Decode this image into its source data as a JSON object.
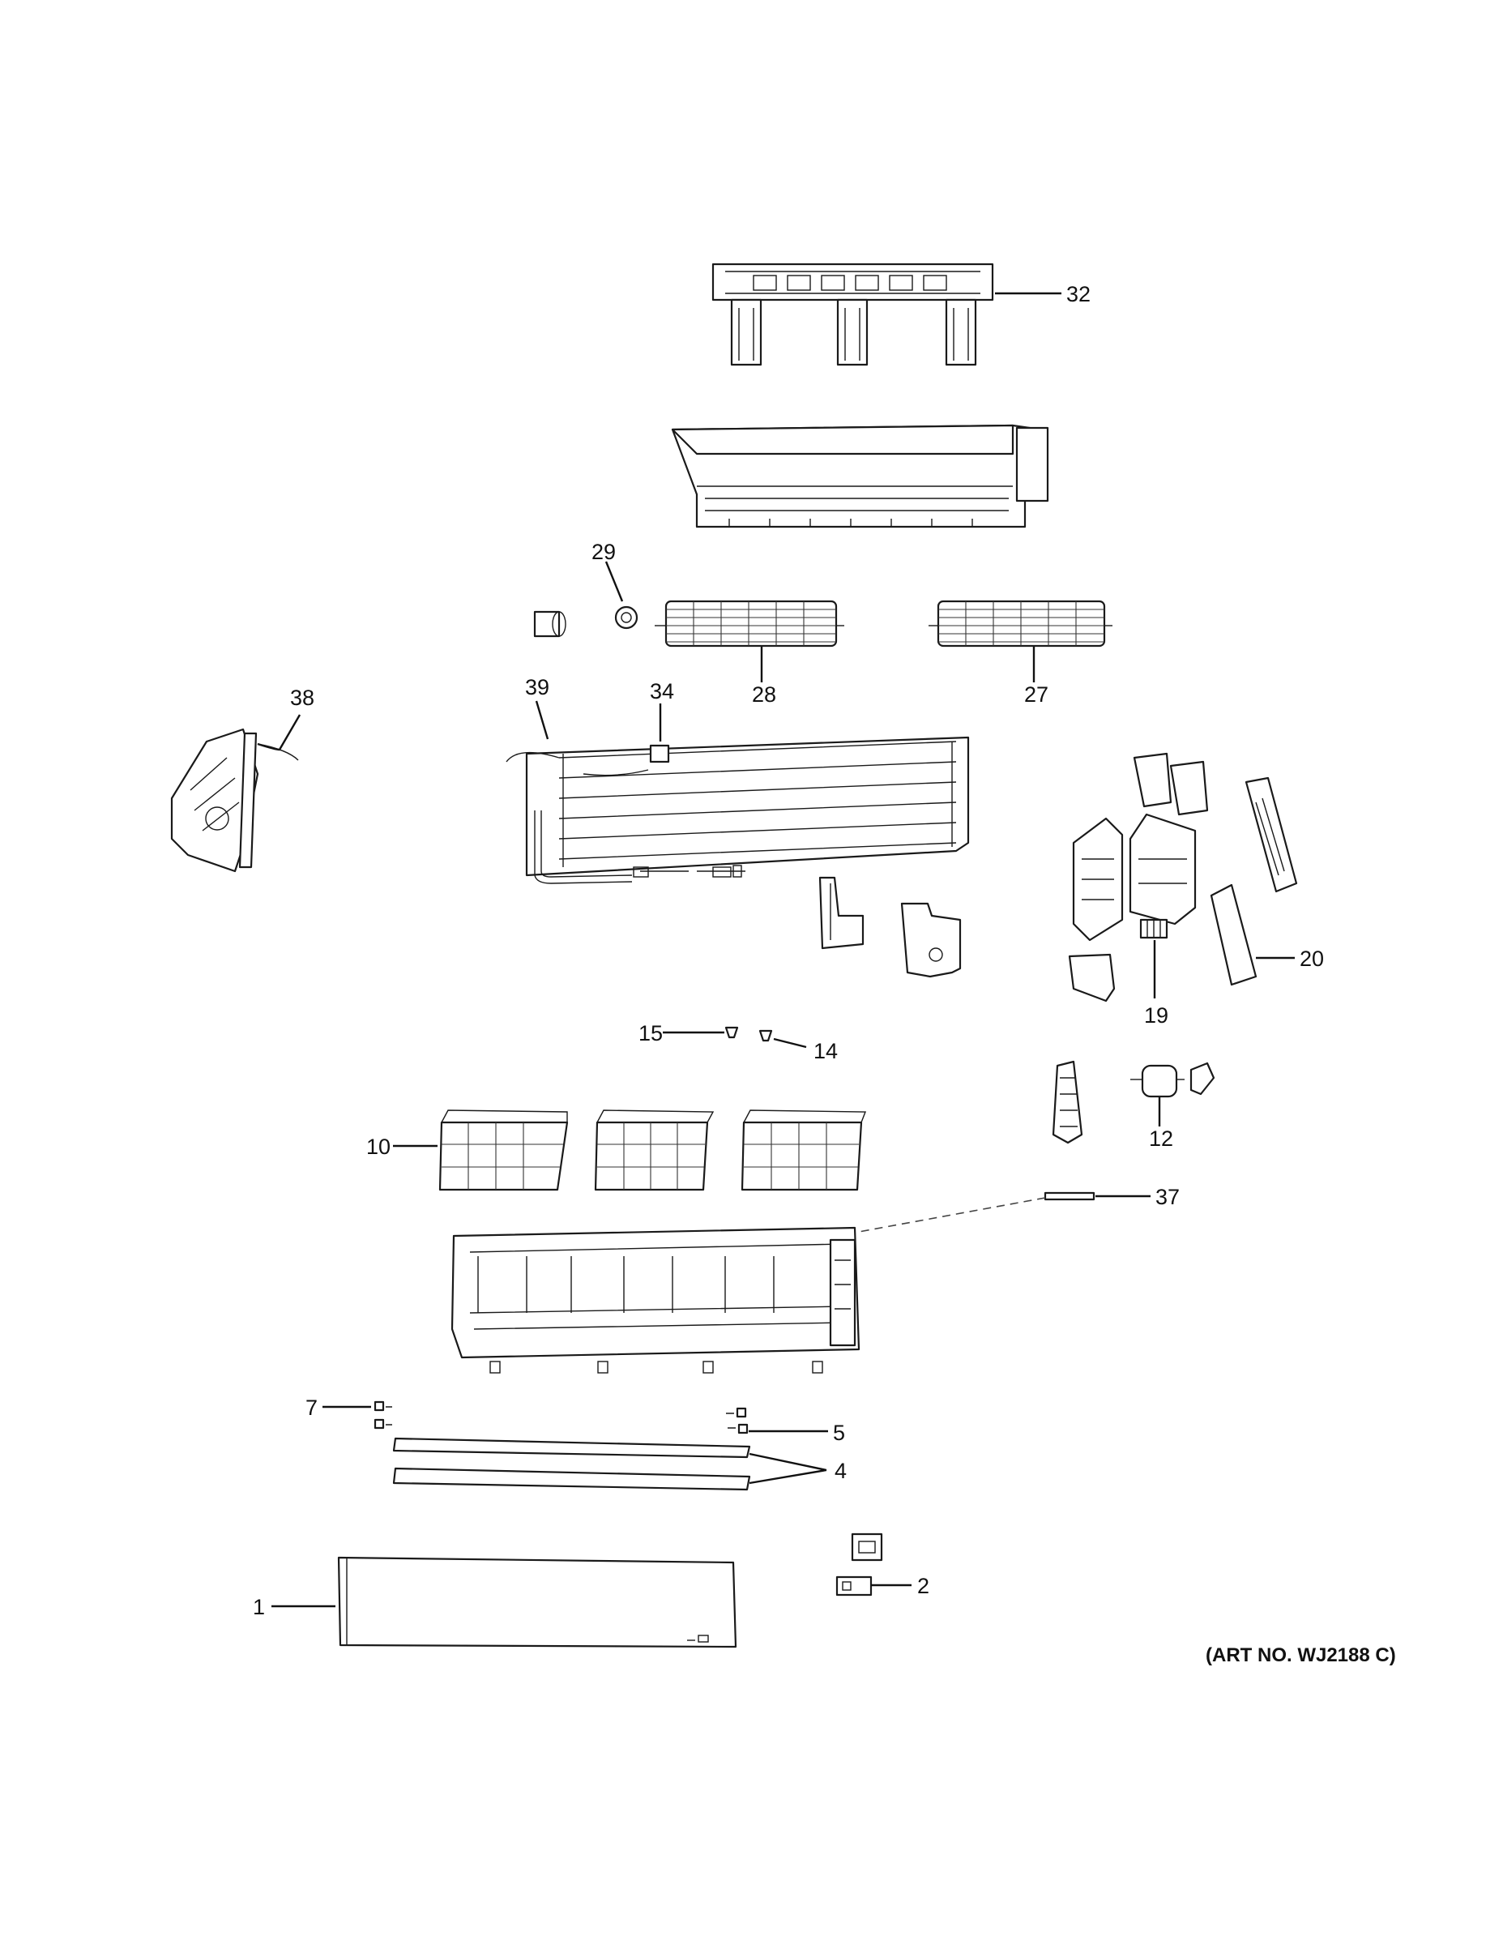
{
  "callouts": {
    "c1": "1",
    "c2": "2",
    "c4": "4",
    "c5": "5",
    "c7": "7",
    "c10": "10",
    "c12": "12",
    "c14": "14",
    "c15": "15",
    "c19": "19",
    "c20": "20",
    "c27": "27",
    "c28": "28",
    "c29": "29",
    "c32": "32",
    "c34": "34",
    "c37": "37",
    "c38": "38",
    "c39": "39"
  },
  "art_number": "(ART NO. WJ2188 C)"
}
